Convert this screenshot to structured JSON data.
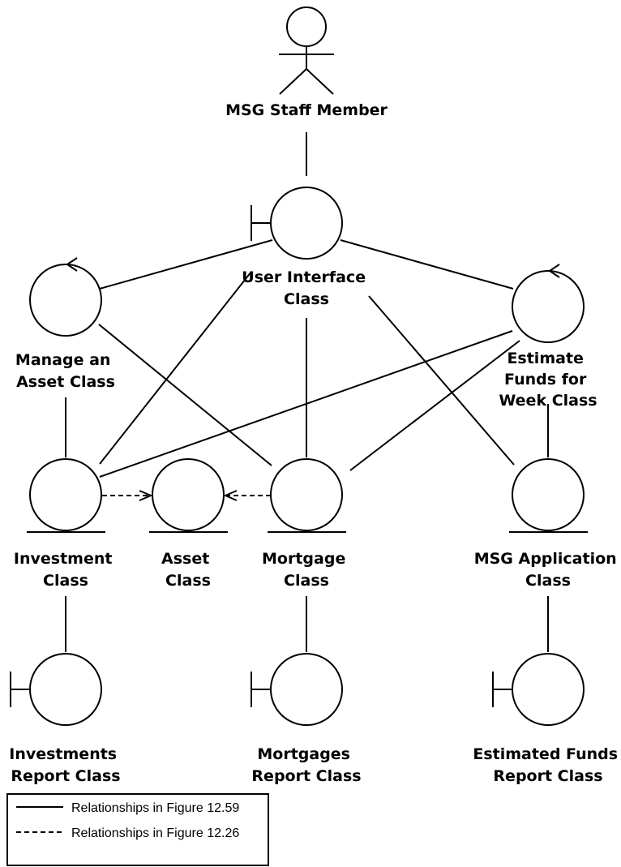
{
  "nodes": {
    "staff": {
      "label": [
        "MSG Staff Member"
      ]
    },
    "ui": {
      "label": [
        "User Interface",
        "Class"
      ]
    },
    "manage": {
      "label": [
        "Manage an",
        "Asset Class"
      ]
    },
    "estimate": {
      "label": [
        "Estimate",
        "Funds for",
        "Week Class"
      ]
    },
    "investment": {
      "label": [
        "Investment",
        "Class"
      ]
    },
    "asset": {
      "label": [
        "Asset",
        "Class"
      ]
    },
    "mortgage": {
      "label": [
        "Mortgage",
        "Class"
      ]
    },
    "app": {
      "label": [
        "MSG Application",
        "Class"
      ]
    },
    "invreport": {
      "label": [
        "Investments",
        "Report Class"
      ]
    },
    "mortreport": {
      "label": [
        "Mortgages",
        "Report Class"
      ]
    },
    "fundsreport": {
      "label": [
        "Estimated Funds",
        "Report Class"
      ]
    }
  },
  "legend": {
    "solid": "Relationships in Figure 12.59",
    "dashed": "Relationships in Figure 12.26"
  }
}
